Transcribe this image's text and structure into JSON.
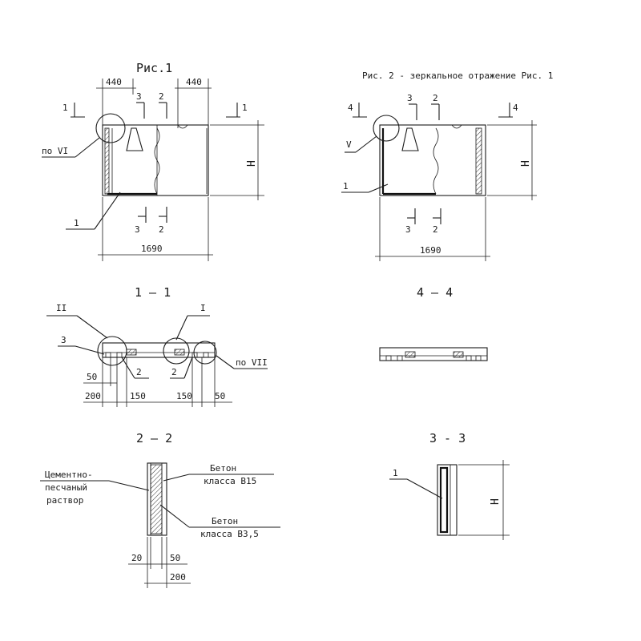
{
  "fig1": {
    "title": "Рис.1",
    "dim_left": "440",
    "dim_right": "440",
    "dim_bottom": "1690",
    "dim_height": "H",
    "section_left": "1",
    "section_right": "1",
    "cut3": "3",
    "cut2": "2",
    "callout_node": "по VI",
    "callout_item": "1"
  },
  "fig2": {
    "title": "Рис. 2 - зеркальное отражение Рис. 1",
    "dim_bottom": "1690",
    "dim_height": "H",
    "section_left": "4",
    "section_right": "4",
    "cut3": "3",
    "cut2": "2",
    "callout_node": "V",
    "callout_item": "1"
  },
  "sec11": {
    "title": "1 – 1",
    "node_left": "II",
    "node_right": "I",
    "item3": "3",
    "item2a": "2",
    "item2b": "2",
    "callout": "по VII",
    "d50a": "50",
    "d200": "200",
    "d150a": "150",
    "d150b": "150",
    "d50b": "50"
  },
  "sec44": {
    "title": "4 – 4"
  },
  "sec22": {
    "title": "2 – 2",
    "mortar_1": "Цементно-",
    "mortar_2": "песчаный",
    "mortar_3": "раствор",
    "concrete1_1": "Бетон",
    "concrete1_2": "класса В15",
    "concrete2_1": "Бетон",
    "concrete2_2": "класса В3,5",
    "d20": "20",
    "d50": "50",
    "d200": "200"
  },
  "sec33": {
    "title": "3 - 3",
    "item1": "1",
    "dim_height": "H"
  }
}
